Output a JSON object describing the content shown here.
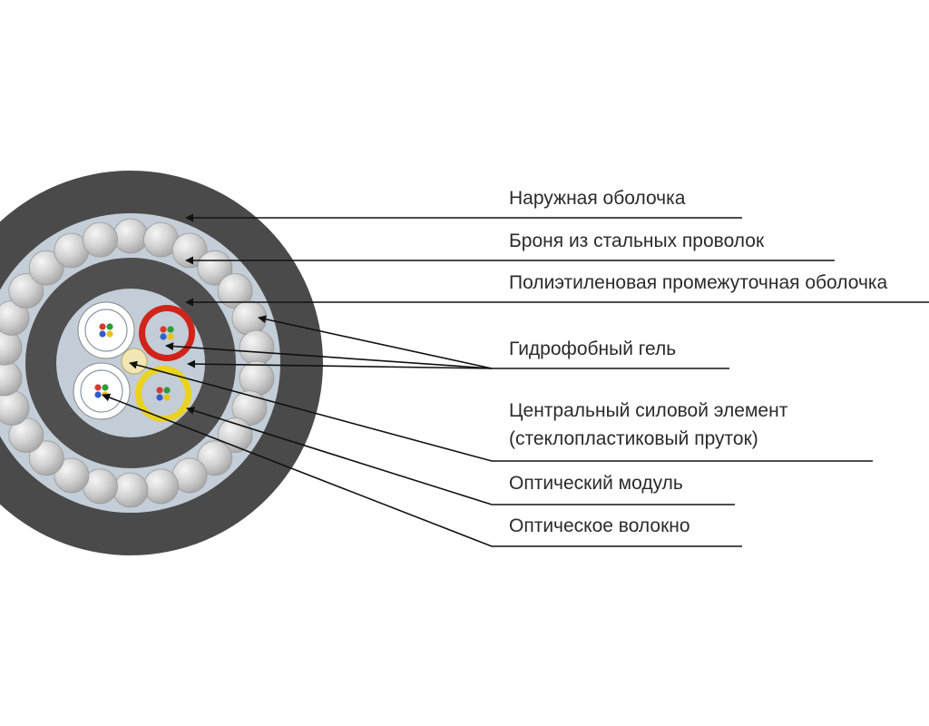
{
  "labels": {
    "outer_sheath": "Наружная оболочка",
    "steel_armor": "Броня из стальных проволок",
    "intermediate_sheath": "Полиэтиленовая промежуточная оболочка",
    "hydrophobic_gel": "Гидрофобный гель",
    "central_member_line1": "Центральный силовой элемент",
    "central_member_line2": "(стеклопластиковый пруток)",
    "optical_module": "Оптический модуль",
    "optical_fiber": "Оптическое волокно"
  },
  "colors": {
    "outer_sheath": "#4a4a4a",
    "armor_band": "#c4ced8",
    "armor_wire": "#d2d2d2",
    "intermediate_sheath": "#4f4f4f",
    "core_gel": "#c3cdd7",
    "module_white": "#ffffff",
    "module_red": "#d0241b",
    "module_yellow": "#ead21f",
    "central_member": "#f2e6b3",
    "leader_line": "#111111",
    "fiber_red": "#d63a2f",
    "fiber_green": "#2f9a3a",
    "fiber_blue": "#2f5ec9",
    "fiber_yellow": "#e8c21a"
  }
}
